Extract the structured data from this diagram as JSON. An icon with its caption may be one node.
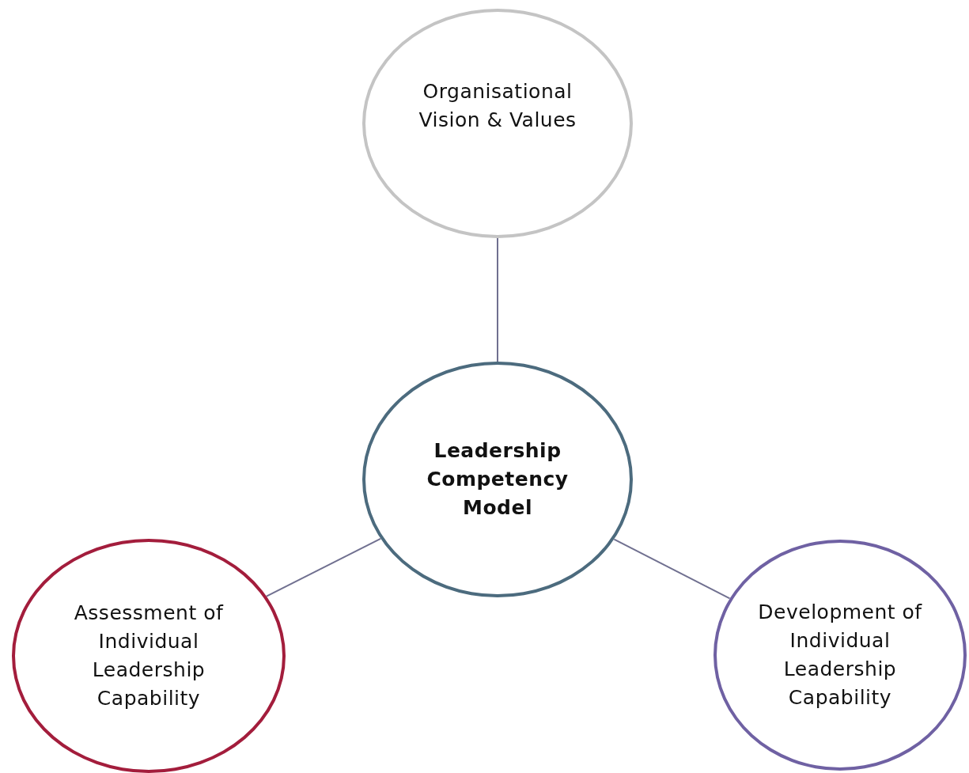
{
  "diagram": {
    "nodes": [
      {
        "text": [
          "Organisational Vision & Values"
        ]
      },
      {
        "text": [
          "Leadership Competency Model"
        ]
      },
      {
        "text": [
          "Assessment of Individual Leadership Capability"
        ]
      },
      {
        "text": [
          "Development of Individual Leadership Capability"
        ]
      }
    ],
    "edges": [
      {
        "from": 1,
        "to": 0,
        "arrow": "none"
      },
      {
        "from": 1,
        "to": 2,
        "arrow": "none"
      },
      {
        "from": 1,
        "to": 3,
        "arrow": "none"
      }
    ]
  }
}
